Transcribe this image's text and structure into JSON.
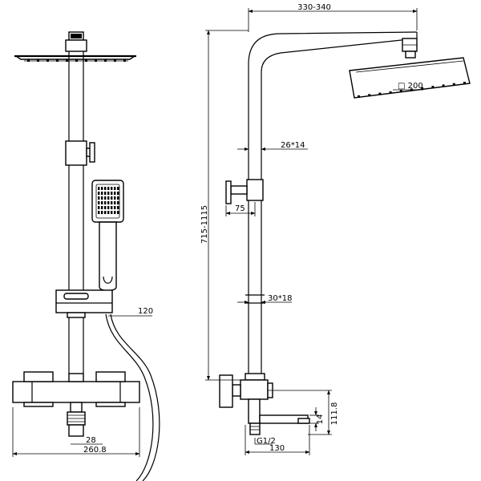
{
  "dimensions": {
    "width_span": "330-340",
    "head_size": "□ 200",
    "slider_section": "26*14",
    "bracket_depth": "75",
    "height_range": "715-1115",
    "rail_section": "30*18",
    "hose_offset": "120",
    "outlet_spacing": "28",
    "body_width": "260.8",
    "inlet_height": "111.8",
    "spout_height": "14",
    "thread": "G1/2",
    "spout_length": "130"
  }
}
